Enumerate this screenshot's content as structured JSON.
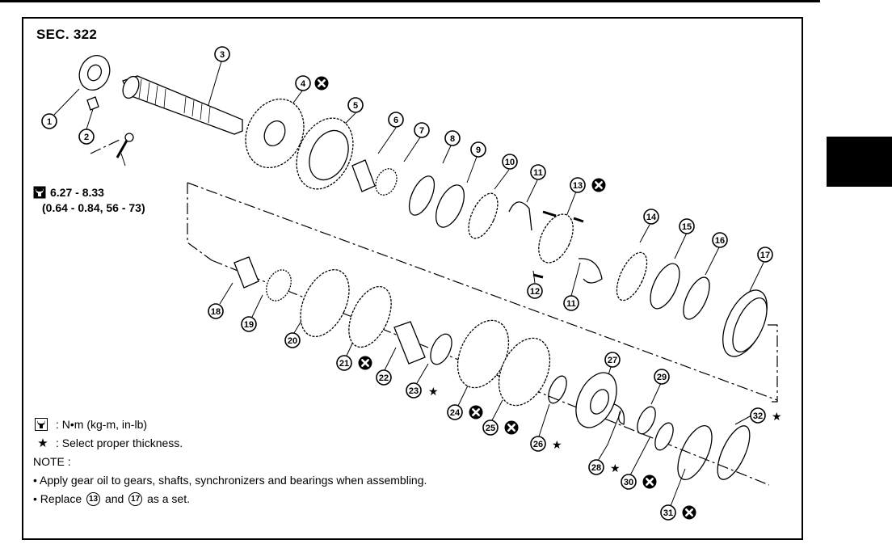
{
  "section": "SEC. 322",
  "torque": {
    "value": "6.27 - 8.33",
    "alt": "(0.64 - 0.84, 56 - 73)"
  },
  "legend": {
    "torque_unit": ": N•m (kg-m, in-lb)",
    "star_symbol": "★",
    "star_text": ": Select proper thickness.",
    "note_title": "NOTE :",
    "note1": "• Apply gear oil to gears, shafts, synchronizers and bearings when assembling.",
    "note2_prefix": "• Replace",
    "note2_a": "13",
    "note2_mid": "and",
    "note2_b": "17",
    "note2_suffix": "as a set."
  },
  "callouts": {
    "c1": "1",
    "c2": "2",
    "c3": "3",
    "c4": "4",
    "c5": "5",
    "c6": "6",
    "c7": "7",
    "c8": "8",
    "c9": "9",
    "c10": "10",
    "c11a": "11",
    "c11b": "11",
    "c12": "12",
    "c13": "13",
    "c14": "14",
    "c15": "15",
    "c16": "16",
    "c17": "17",
    "c18": "18",
    "c19": "19",
    "c20": "20",
    "c21": "21",
    "c22": "22",
    "c23": "23",
    "c24": "24",
    "c25": "25",
    "c26": "26",
    "c27": "27",
    "c28": "28",
    "c29": "29",
    "c30": "30",
    "c31": "31",
    "c32": "32"
  },
  "star": "★",
  "marks": {
    "replace_parts": [
      "4",
      "13",
      "21",
      "24",
      "25",
      "30",
      "31"
    ],
    "select_thickness_parts": [
      "23",
      "26",
      "28",
      "32"
    ]
  }
}
